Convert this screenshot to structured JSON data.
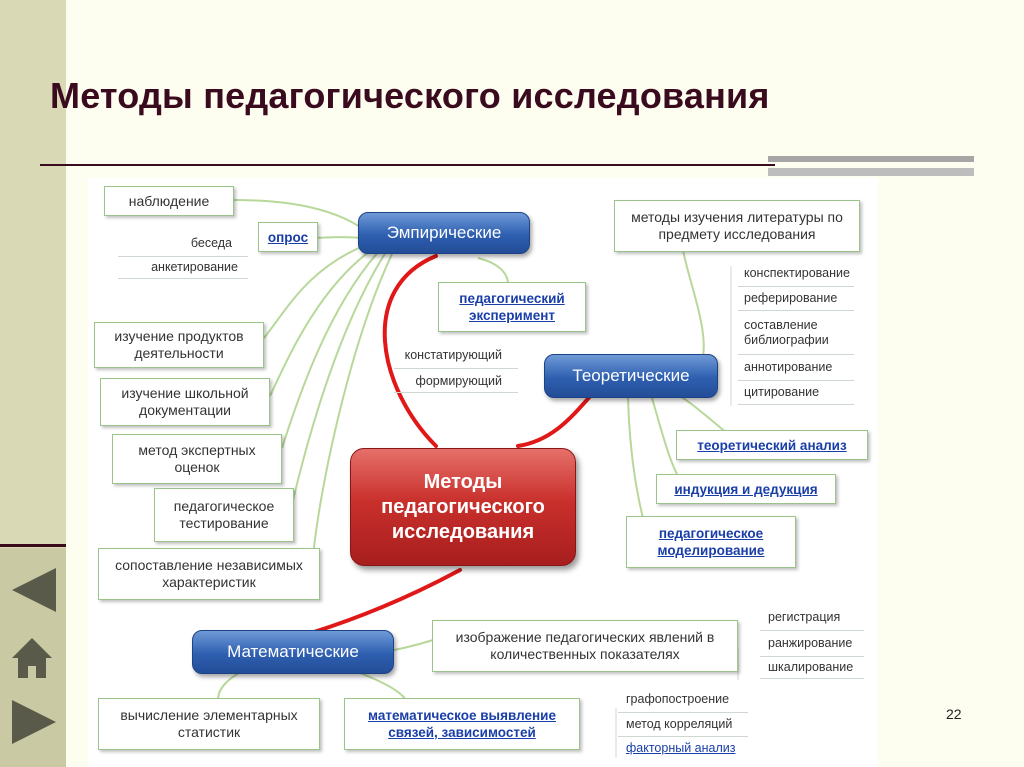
{
  "slide": {
    "title": "Методы педагогического исследования",
    "page_number": "22"
  },
  "center": {
    "line1": "Методы",
    "line2": "педагогического",
    "line3": "исследования"
  },
  "branches": {
    "empirical": "Эмпирические",
    "theoretical": "Теоретические",
    "mathematical": "Математические"
  },
  "empirical_items": {
    "observation": "наблюдение",
    "survey": "опрос",
    "conversation": "беседа",
    "questionnaire": "анкетирование",
    "products": "изучение продуктов деятельности",
    "documents": "изучение школьной документации",
    "expert": "метод экспертных оценок",
    "testing": "педагогическое тестирование",
    "comparison": "сопоставление независимых характеристик",
    "experiment": "педагогический эксперимент",
    "ascertaining": "констатирующий",
    "forming": "формирующий"
  },
  "theoretical_items": {
    "literature": "методы изучения литературы по предмету исследования",
    "lit_subs": [
      "конспектирование",
      "реферирование",
      "составление библиографии",
      "аннотирование",
      "цитирование"
    ],
    "analysis": "теоретический анализ",
    "induction": "индукция и дедукция",
    "modeling": "педагогическое моделирование"
  },
  "math_items": {
    "representation": "изображение педагогических явлений в количественных показателях",
    "rep_subs": [
      "регистрация",
      "ранжирование",
      "шкалирование"
    ],
    "statistics": "вычисление элементарных статистик",
    "relations": "математическое выявление связей, зависимостей",
    "rel_subs": [
      "графопостроение",
      "метод корреляций",
      "факторный анализ"
    ]
  },
  "nav": {
    "prev_icon": "triangle-left-icon",
    "home_icon": "home-icon",
    "next_icon": "triangle-right-icon"
  },
  "colors": {
    "title": "#3a0b1e",
    "blue_node": "#2e5fb0",
    "central_node": "#c9302c",
    "link_text": "#1a3ea8",
    "connector": "#b8d89a",
    "main_connector": "#e01818"
  }
}
